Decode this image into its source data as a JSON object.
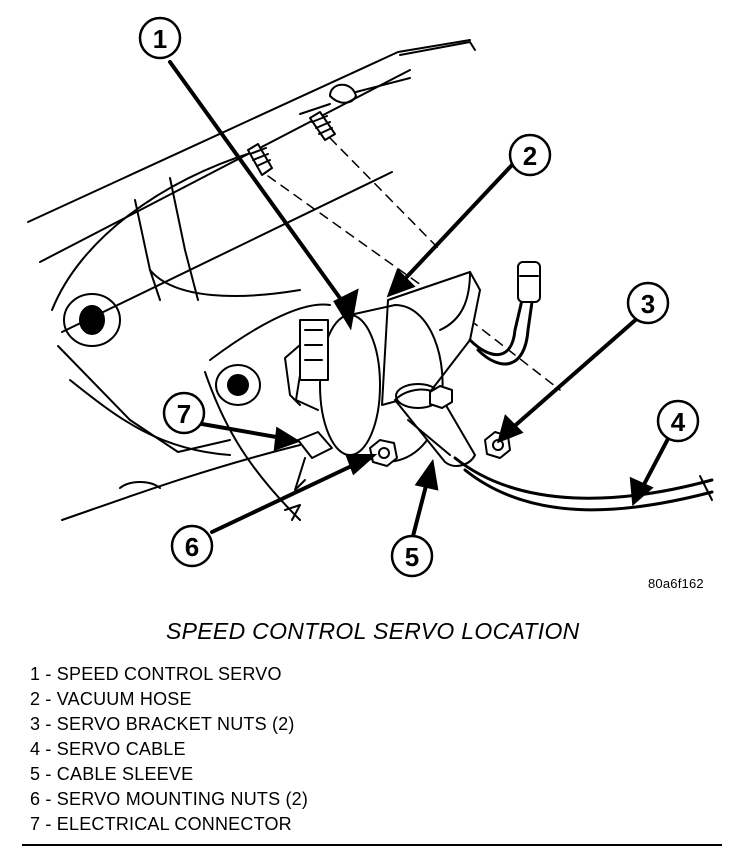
{
  "callouts": [
    "1",
    "2",
    "3",
    "4",
    "5",
    "6",
    "7"
  ],
  "figure_code": "80a6f162",
  "caption": "SPEED CONTROL SERVO LOCATION",
  "legend": [
    "1 - SPEED CONTROL SERVO",
    "2 - VACUUM HOSE",
    "3 - SERVO BRACKET NUTS (2)",
    "4 - SERVO CABLE",
    "5 - CABLE SLEEVE",
    "6 - SERVO MOUNTING NUTS (2)",
    "7 - ELECTRICAL CONNECTOR"
  ],
  "colors": {
    "ink": "#000000",
    "paper": "#ffffff"
  }
}
